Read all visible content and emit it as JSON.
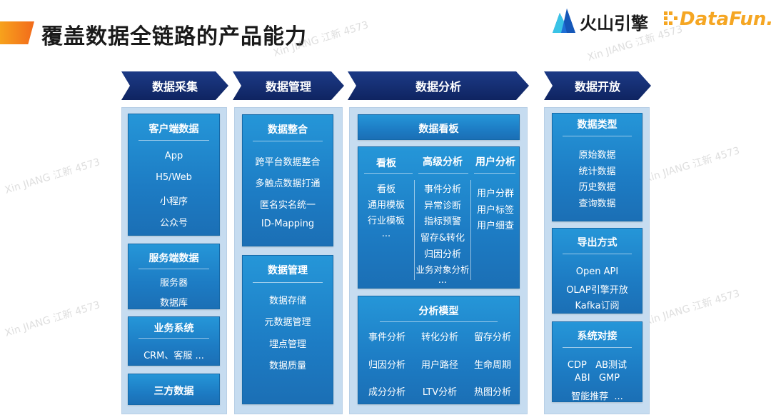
{
  "header": {
    "title": "覆盖数据全链路的产品能力",
    "logo_volc_text": "火山引擎",
    "logo_datafun_text": "DataFun."
  },
  "watermark": "Xin JIANG 江新 4573",
  "sections": {
    "collect": "数据采集",
    "manage": "数据管理",
    "analyze": "数据分析",
    "open": "数据开放"
  },
  "collect": {
    "client": {
      "title": "客户端数据",
      "items": [
        "App",
        "H5/Web",
        "小程序",
        "公众号"
      ]
    },
    "server": {
      "title": "服务端数据",
      "items": [
        "服务器",
        "数据库"
      ]
    },
    "biz": {
      "title": "业务系统",
      "items": [
        "CRM、客服 ..."
      ]
    },
    "third": {
      "title": "三方数据"
    }
  },
  "manage": {
    "integrate": {
      "title": "数据整合",
      "items": [
        "跨平台数据整合",
        "多触点数据打通",
        "匿名实名统一",
        "ID-Mapping"
      ]
    },
    "govern": {
      "title": "数据管理",
      "items": [
        "数据存储",
        "元数据管理",
        "埋点管理",
        "数据质量"
      ]
    }
  },
  "analyze": {
    "dashboard_title": "数据看板",
    "board": {
      "title": "看板",
      "items": [
        "看板",
        "通用模板",
        "行业模板",
        "..."
      ]
    },
    "advanced": {
      "title": "高级分析",
      "items": [
        "事件分析",
        "异常诊断",
        "指标预警",
        "留存&转化",
        "归因分析",
        "业务对象分析",
        "..."
      ]
    },
    "user": {
      "title": "用户分析",
      "items": [
        "用户分群",
        "用户标签",
        "用户细查"
      ]
    },
    "models": {
      "title": "分析模型",
      "rows": [
        [
          "事件分析",
          "转化分析",
          "留存分析"
        ],
        [
          "归因分析",
          "用户路径",
          "生命周期"
        ],
        [
          "成分分析",
          "LTV分析",
          "热图分析"
        ]
      ]
    }
  },
  "open": {
    "types": {
      "title": "数据类型",
      "items": [
        "原始数据",
        "统计数据",
        "历史数据",
        "查询数据"
      ]
    },
    "export": {
      "title": "导出方式",
      "items": [
        "Open API",
        "OLAP引擎开放",
        "Kafka订阅"
      ]
    },
    "connect": {
      "title": "系统对接",
      "items": [
        "CDP   AB测试",
        "ABI   GMP",
        "智能推荐  ..."
      ]
    }
  },
  "colors": {
    "arrow": "#0f2461",
    "box": "#1d7cc4",
    "column_bg": "#c6dcf0",
    "accent": "#f5a623"
  }
}
